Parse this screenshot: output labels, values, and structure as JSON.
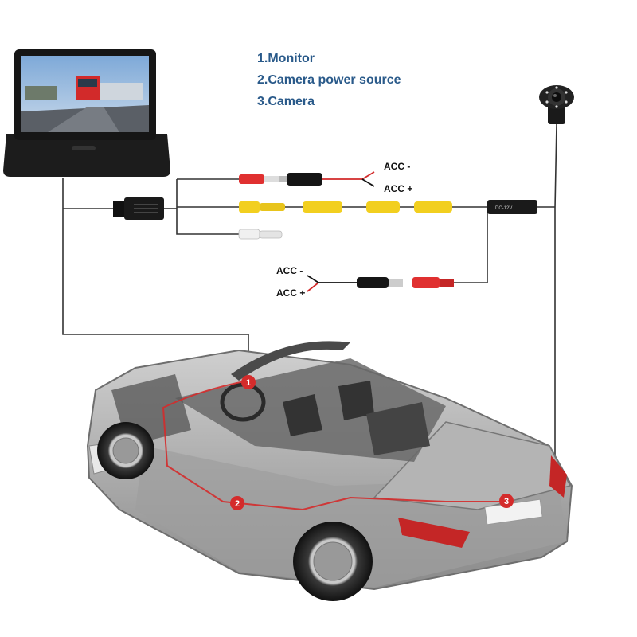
{
  "legend": [
    {
      "label": "1.Monitor"
    },
    {
      "label": "2.Camera power source"
    },
    {
      "label": "3.Camera"
    }
  ],
  "wire_labels": {
    "top_minus": "ACC -",
    "top_plus": "ACC +",
    "bottom_minus": "ACC -",
    "bottom_plus": "ACC +"
  },
  "box_label": "DC-12V",
  "markers": [
    {
      "label": "1"
    },
    {
      "label": "2"
    },
    {
      "label": "3"
    }
  ],
  "colors": {
    "accent": "#d42b2b",
    "legend_text": "#2a5a8a",
    "rca_yellow": "#f2cf1f",
    "rca_red": "#e03030",
    "rca_white": "#f0f0f0",
    "wire": "#333333"
  }
}
